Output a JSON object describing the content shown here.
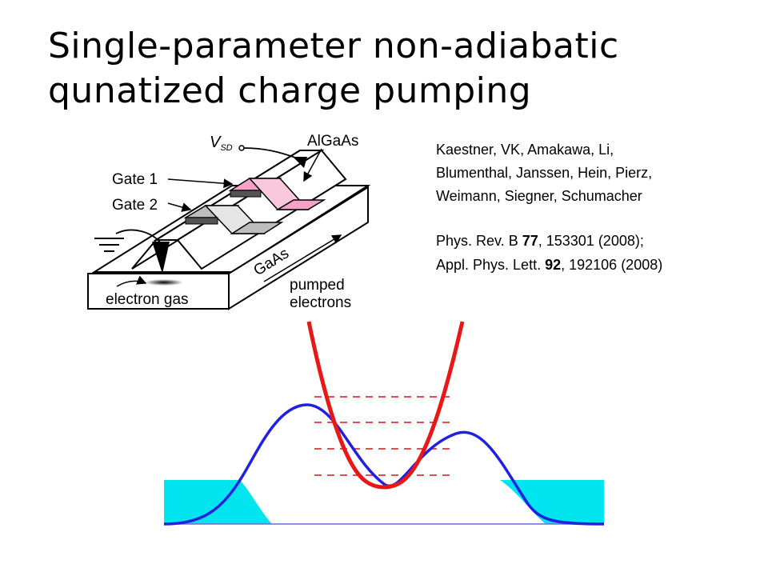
{
  "title": {
    "line1": "Single-parameter non-adiabatic",
    "line2": "qunatized charge pumping"
  },
  "authors": {
    "line1": "Kaestner, VK, Amakawa, Li,",
    "line2": "Blumenthal, Janssen, Hein, Pierz,",
    "line3": "Weimann, Siegner, Schumacher"
  },
  "references": [
    {
      "journal": "Phys. Rev. B",
      "volume": "77",
      "rest": ", 153301 (2008);"
    },
    {
      "journal": "Appl. Phys. Lett.",
      "volume": "92",
      "rest": ", 192106 (2008)"
    }
  ],
  "device": {
    "vsd_symbol": "V",
    "vsd_subscript": "SD",
    "algaas": "AlGaAs",
    "gaas": "GaAs",
    "gate1": "Gate 1",
    "gate2": "Gate 2",
    "electron_gas": "electron gas",
    "pumped_line1": "pumped",
    "pumped_line2": "electrons"
  },
  "colors": {
    "gate1_fill": "#f4a3c6",
    "gate2_fill": "#bdbdbd",
    "barrier_curve": "#2020e0",
    "dot_parabola": "#e81818",
    "energy_levels": "#e83030",
    "fermi_sea": "#00e5f0"
  }
}
